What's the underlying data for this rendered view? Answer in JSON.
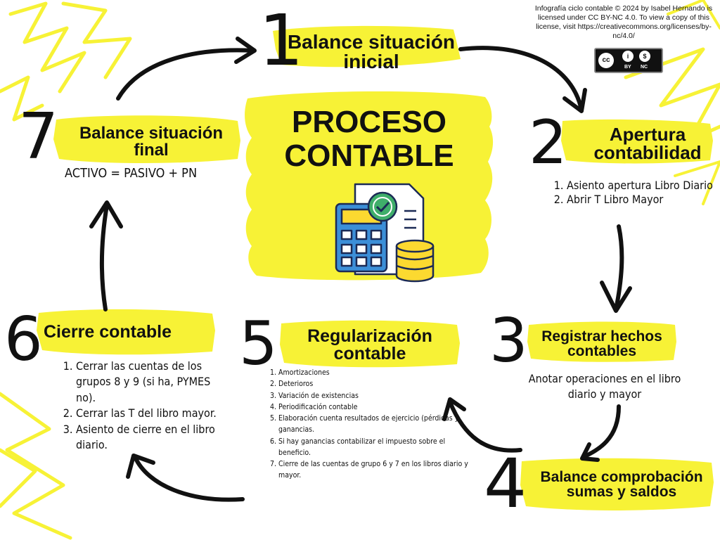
{
  "credit": {
    "text": "Infografía ciclo contable © 2024 by Isabel Hernando is licensed under CC BY-NC 4.0. To view a copy of this license, visit https://creativecommons.org/licenses/by-nc/4.0/",
    "badge_cc": "cc",
    "badge_by": "BY",
    "badge_nc": "NC"
  },
  "main_title": "PROCESO CONTABLE",
  "steps": [
    {
      "number": "1",
      "title": "Balance situación inicial"
    },
    {
      "number": "2",
      "title": "Apertura contabilidad",
      "items": [
        "Asiento apertura Libro Diario",
        "Abrir T Libro Mayor"
      ]
    },
    {
      "number": "3",
      "title": "Registrar hechos contables",
      "note": "Anotar operaciones en el libro diario y mayor"
    },
    {
      "number": "4",
      "title": "Balance comprobación sumas y saldos"
    },
    {
      "number": "5",
      "title": "Regularización contable",
      "items": [
        "Amortizaciones",
        "Deterioros",
        "Variación de existencias",
        "Periodificación contable",
        "Elaboración cuenta resultados de ejercicio (pérdidas y ganancias.",
        "Si hay ganancias contabilizar el impuesto sobre el beneficio.",
        "Cierre de las cuentas de grupo 6 y 7 en los libros diario y mayor."
      ]
    },
    {
      "number": "6",
      "title": "Cierre contable",
      "items": [
        "Cerrar las cuentas de los grupos 8 y 9 (si ha, PYMES no).",
        "Cerrar las T del libro mayor.",
        "Asiento de cierre en el libro diario."
      ]
    },
    {
      "number": "7",
      "title": "Balance situación final",
      "note": "ACTIVO = PASIVO + PN"
    }
  ],
  "colors": {
    "highlight": "#f7f236",
    "ink": "#111111",
    "icon_blue": "#3c8fd8",
    "icon_yellow": "#fcd930",
    "icon_green": "#3fae6a"
  },
  "icons": [
    "calculator-icon",
    "checkmark-icon",
    "coin-stack-icon",
    "document-icon",
    "arrow-icon"
  ]
}
